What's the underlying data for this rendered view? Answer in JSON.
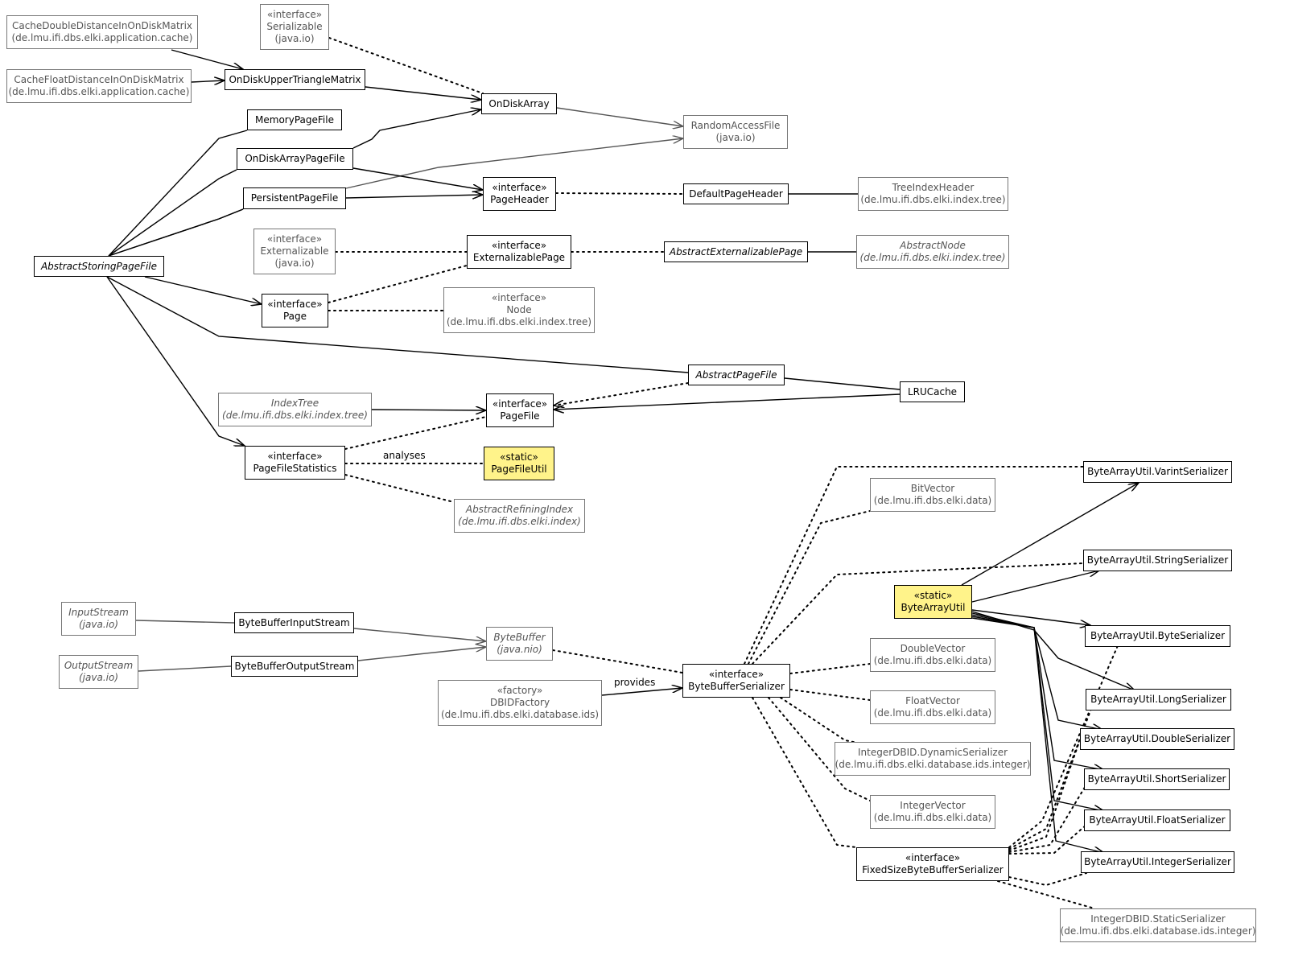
{
  "nodes": [
    {
      "id": "cacheDouble",
      "stereo": "",
      "name": "CacheDoubleDistanceInOnDiskMatrix",
      "pkg": "(de.lmu.ifi.dbs.elki.application.cache)",
      "style": "ext"
    },
    {
      "id": "cacheFloat",
      "stereo": "",
      "name": "CacheFloatDistanceInOnDiskMatrix",
      "pkg": "(de.lmu.ifi.dbs.elki.application.cache)",
      "style": "ext"
    },
    {
      "id": "serializable",
      "stereo": "«interface»",
      "name": "Serializable",
      "pkg": "(java.io)",
      "style": "ext"
    },
    {
      "id": "onDiskUpper",
      "stereo": "",
      "name": "OnDiskUpperTriangleMatrix",
      "pkg": "",
      "style": "main"
    },
    {
      "id": "onDiskArray",
      "stereo": "",
      "name": "OnDiskArray",
      "pkg": "",
      "style": "main"
    },
    {
      "id": "randomAccess",
      "stereo": "",
      "name": "RandomAccessFile",
      "pkg": "(java.io)",
      "style": "ext"
    },
    {
      "id": "memoryPage",
      "stereo": "",
      "name": "MemoryPageFile",
      "pkg": "",
      "style": "main"
    },
    {
      "id": "onDiskArrayPage",
      "stereo": "",
      "name": "OnDiskArrayPageFile",
      "pkg": "",
      "style": "main"
    },
    {
      "id": "persistentPage",
      "stereo": "",
      "name": "PersistentPageFile",
      "pkg": "",
      "style": "main"
    },
    {
      "id": "pageHeader",
      "stereo": "«interface»",
      "name": "PageHeader",
      "pkg": "",
      "style": "main"
    },
    {
      "id": "defaultPageHeader",
      "stereo": "",
      "name": "DefaultPageHeader",
      "pkg": "",
      "style": "main"
    },
    {
      "id": "treeIndexHeader",
      "stereo": "",
      "name": "TreeIndexHeader",
      "pkg": "(de.lmu.ifi.dbs.elki.index.tree)",
      "style": "ext"
    },
    {
      "id": "externalizable",
      "stereo": "«interface»",
      "name": "Externalizable",
      "pkg": "(java.io)",
      "style": "ext"
    },
    {
      "id": "externalizablePage",
      "stereo": "«interface»",
      "name": "ExternalizablePage",
      "pkg": "",
      "style": "main"
    },
    {
      "id": "abstractExtPage",
      "stereo": "",
      "name": "AbstractExternalizablePage",
      "pkg": "",
      "style": "main italic"
    },
    {
      "id": "abstractNode",
      "stereo": "",
      "name": "AbstractNode",
      "pkg": "(de.lmu.ifi.dbs.elki.index.tree)",
      "style": "ext italic"
    },
    {
      "id": "abstractStoring",
      "stereo": "",
      "name": "AbstractStoringPageFile",
      "pkg": "",
      "style": "main italic"
    },
    {
      "id": "page",
      "stereo": "«interface»",
      "name": "Page",
      "pkg": "",
      "style": "main"
    },
    {
      "id": "node",
      "stereo": "«interface»",
      "name": "Node",
      "pkg": "(de.lmu.ifi.dbs.elki.index.tree)",
      "style": "ext"
    },
    {
      "id": "abstractPageFile",
      "stereo": "",
      "name": "AbstractPageFile",
      "pkg": "",
      "style": "main italic"
    },
    {
      "id": "lruCache",
      "stereo": "",
      "name": "LRUCache",
      "pkg": "",
      "style": "main"
    },
    {
      "id": "indexTree",
      "stereo": "",
      "name": "IndexTree",
      "pkg": "(de.lmu.ifi.dbs.elki.index.tree)",
      "style": "ext italic"
    },
    {
      "id": "pageFile",
      "stereo": "«interface»",
      "name": "PageFile",
      "pkg": "",
      "style": "main"
    },
    {
      "id": "pageFileStats",
      "stereo": "«interface»",
      "name": "PageFileStatistics",
      "pkg": "",
      "style": "main"
    },
    {
      "id": "pageFileUtil",
      "stereo": "«static»",
      "name": "PageFileUtil",
      "pkg": "",
      "style": "main hl"
    },
    {
      "id": "abstractRefining",
      "stereo": "",
      "name": "AbstractRefiningIndex",
      "pkg": "(de.lmu.ifi.dbs.elki.index)",
      "style": "ext italic"
    },
    {
      "id": "varint",
      "stereo": "",
      "name": "ByteArrayUtil.VarintSerializer",
      "pkg": "",
      "style": "main"
    },
    {
      "id": "bitVector",
      "stereo": "",
      "name": "BitVector",
      "pkg": "(de.lmu.ifi.dbs.elki.data)",
      "style": "ext"
    },
    {
      "id": "stringSer",
      "stereo": "",
      "name": "ByteArrayUtil.StringSerializer",
      "pkg": "",
      "style": "main"
    },
    {
      "id": "byteArrayUtil",
      "stereo": "«static»",
      "name": "ByteArrayUtil",
      "pkg": "",
      "style": "main hl"
    },
    {
      "id": "inputStream",
      "stereo": "",
      "name": "InputStream",
      "pkg": "(java.io)",
      "style": "ext italic"
    },
    {
      "id": "bbInput",
      "stereo": "",
      "name": "ByteBufferInputStream",
      "pkg": "",
      "style": "main"
    },
    {
      "id": "byteBuffer",
      "stereo": "",
      "name": "ByteBuffer",
      "pkg": "(java.nio)",
      "style": "ext italic"
    },
    {
      "id": "byteSer",
      "stereo": "",
      "name": "ByteArrayUtil.ByteSerializer",
      "pkg": "",
      "style": "main"
    },
    {
      "id": "doubleVector",
      "stereo": "",
      "name": "DoubleVector",
      "pkg": "(de.lmu.ifi.dbs.elki.data)",
      "style": "ext"
    },
    {
      "id": "outputStream",
      "stereo": "",
      "name": "OutputStream",
      "pkg": "(java.io)",
      "style": "ext italic"
    },
    {
      "id": "bbOutput",
      "stereo": "",
      "name": "ByteBufferOutputStream",
      "pkg": "",
      "style": "main"
    },
    {
      "id": "bbSerializer",
      "stereo": "«interface»",
      "name": "ByteBufferSerializer",
      "pkg": "",
      "style": "main"
    },
    {
      "id": "dbidFactory",
      "stereo": "«factory»",
      "name": "DBIDFactory",
      "pkg": "(de.lmu.ifi.dbs.elki.database.ids)",
      "style": "ext"
    },
    {
      "id": "longSer",
      "stereo": "",
      "name": "ByteArrayUtil.LongSerializer",
      "pkg": "",
      "style": "main"
    },
    {
      "id": "floatVector",
      "stereo": "",
      "name": "FloatVector",
      "pkg": "(de.lmu.ifi.dbs.elki.data)",
      "style": "ext"
    },
    {
      "id": "doubleSer",
      "stereo": "",
      "name": "ByteArrayUtil.DoubleSerializer",
      "pkg": "",
      "style": "main"
    },
    {
      "id": "intDynamic",
      "stereo": "",
      "name": "IntegerDBID.DynamicSerializer",
      "pkg": "(de.lmu.ifi.dbs.elki.database.ids.integer)",
      "style": "ext"
    },
    {
      "id": "shortSer",
      "stereo": "",
      "name": "ByteArrayUtil.ShortSerializer",
      "pkg": "",
      "style": "main"
    },
    {
      "id": "intVector",
      "stereo": "",
      "name": "IntegerVector",
      "pkg": "(de.lmu.ifi.dbs.elki.data)",
      "style": "ext"
    },
    {
      "id": "floatSer",
      "stereo": "",
      "name": "ByteArrayUtil.FloatSerializer",
      "pkg": "",
      "style": "main"
    },
    {
      "id": "fixedSize",
      "stereo": "«interface»",
      "name": "FixedSizeByteBufferSerializer",
      "pkg": "",
      "style": "main"
    },
    {
      "id": "intSer",
      "stereo": "",
      "name": "ByteArrayUtil.IntegerSerializer",
      "pkg": "",
      "style": "main"
    },
    {
      "id": "intStatic",
      "stereo": "",
      "name": "IntegerDBID.StaticSerializer",
      "pkg": "(de.lmu.ifi.dbs.elki.database.ids.integer)",
      "style": "ext"
    }
  ],
  "edge_labels": {
    "analyses": "analyses",
    "provides": "provides"
  },
  "colors": {
    "main_border": "#000000",
    "ext_border": "#777777",
    "ext_text": "#555555",
    "highlight": "#fff38a",
    "ext_edge": "#555555"
  }
}
